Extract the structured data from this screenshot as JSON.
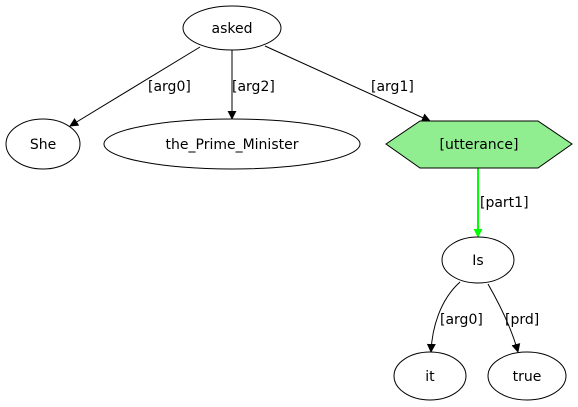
{
  "nodes": {
    "asked": {
      "label": "asked",
      "shape": "ellipse"
    },
    "she": {
      "label": "She",
      "shape": "ellipse"
    },
    "prime_minister": {
      "label": "the_Prime_Minister",
      "shape": "ellipse"
    },
    "utterance": {
      "label": "[utterance]",
      "shape": "hexagon",
      "fill": "#90ee90"
    },
    "is": {
      "label": "Is",
      "shape": "ellipse"
    },
    "it": {
      "label": "it",
      "shape": "ellipse"
    },
    "true": {
      "label": "true",
      "shape": "ellipse"
    }
  },
  "edges": {
    "asked_she": {
      "from": "asked",
      "to": "She",
      "label": "[arg0]",
      "color": "#000000"
    },
    "asked_pm": {
      "from": "asked",
      "to": "the_Prime_Minister",
      "label": "[arg2]",
      "color": "#000000"
    },
    "asked_utterance": {
      "from": "asked",
      "to": "[utterance]",
      "label": "[arg1]",
      "color": "#000000"
    },
    "utterance_is": {
      "from": "[utterance]",
      "to": "Is",
      "label": "[part1]",
      "color": "#00ff00"
    },
    "is_it": {
      "from": "Is",
      "to": "it",
      "label": "[arg0]",
      "color": "#000000"
    },
    "is_true": {
      "from": "Is",
      "to": "true",
      "label": "[prd]",
      "color": "#000000"
    }
  }
}
